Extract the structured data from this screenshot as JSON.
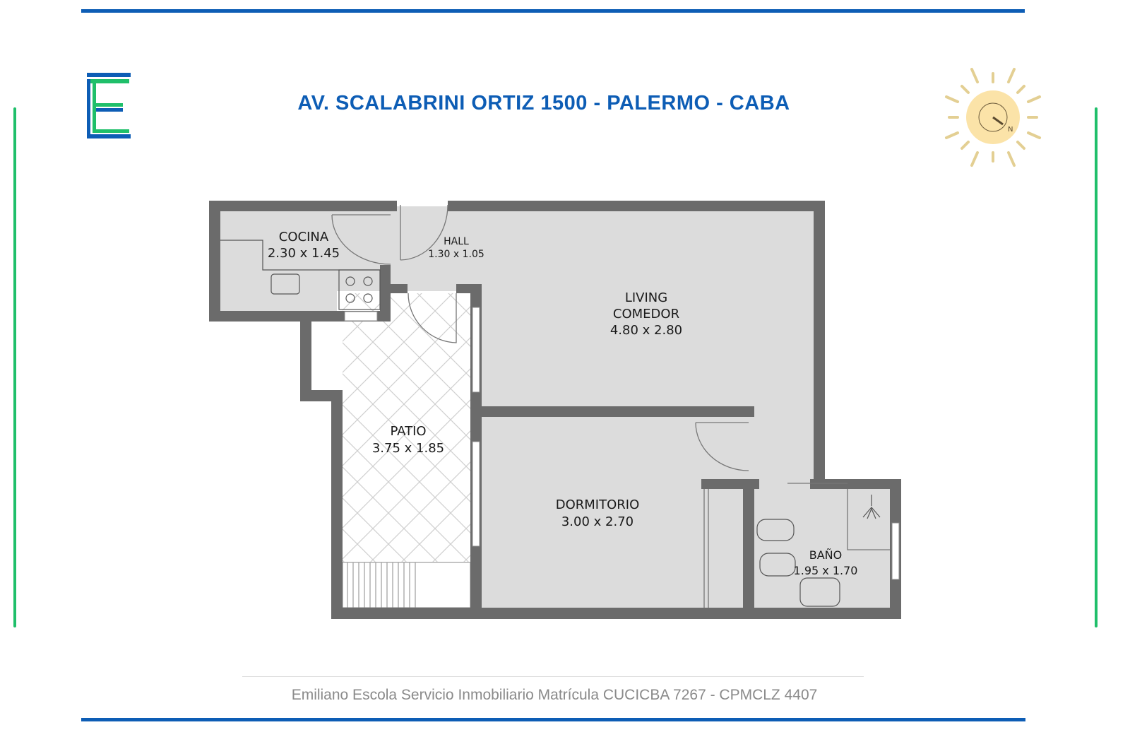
{
  "title": "AV. SCALABRINI ORTIZ 1500 - PALERMO - CABA",
  "footer": "Emiliano Escola Servicio Inmobiliario Matrícula CUCICBA 7267 - CPMCLZ 4407",
  "compass": {
    "label": "N"
  },
  "colors": {
    "brand_blue": "#0d5db5",
    "brand_green": "#1fbf6a",
    "wall": "#6b6b6b",
    "floor": "#dcdcdc",
    "sun": "#fbe3a8"
  },
  "rooms": {
    "cocina": {
      "name": "COCINA",
      "size": "2.30 x 1.45"
    },
    "hall": {
      "name": "HALL",
      "size": "1.30 x 1.05"
    },
    "living": {
      "name1": "LIVING",
      "name2": "COMEDOR",
      "size": "4.80 x 2.80"
    },
    "patio": {
      "name": "PATIO",
      "size": "3.75 x 1.85"
    },
    "dormitorio": {
      "name": "DORMITORIO",
      "size": "3.00 x 2.70"
    },
    "bano": {
      "name": "BAÑO",
      "size": "1.95 x 1.70"
    }
  }
}
